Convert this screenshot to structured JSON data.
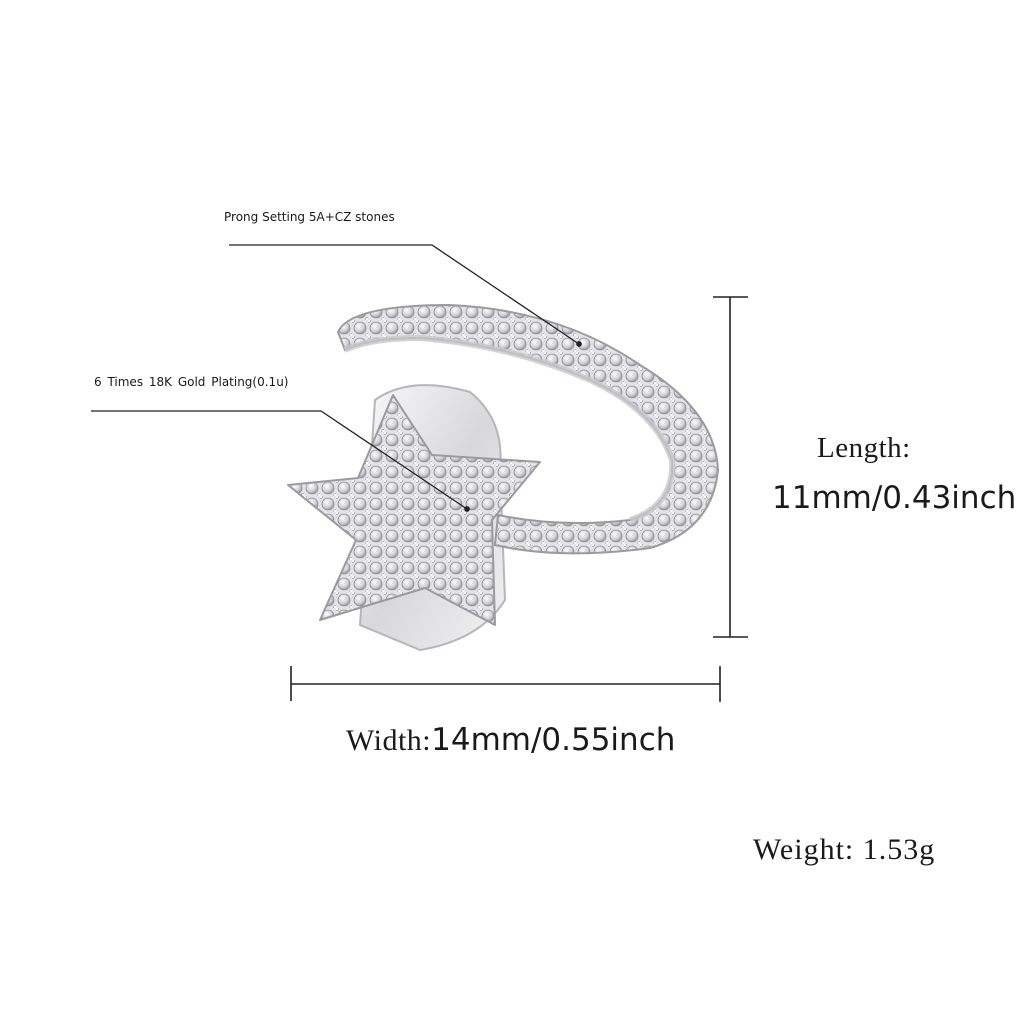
{
  "callouts": {
    "prong": {
      "text": "Prong Setting 5A+CZ stones"
    },
    "plating": {
      "text": "6 Times  18K  Gold  Plating(0.1u)"
    }
  },
  "dimensions": {
    "length": {
      "label": "Length:",
      "value": "11mm/0.43inch"
    },
    "width": {
      "label": "Width:",
      "value": "14mm/0.55inch"
    },
    "weight": {
      "label": "Weight: 1.53g"
    }
  },
  "product": {
    "name": "star ear cuff",
    "metal_color": "#e6e6e8",
    "shadow_color": "#9a9aa0"
  },
  "colors": {
    "text": "#1a1a1a",
    "lines": "#222222",
    "background": "#ffffff"
  }
}
